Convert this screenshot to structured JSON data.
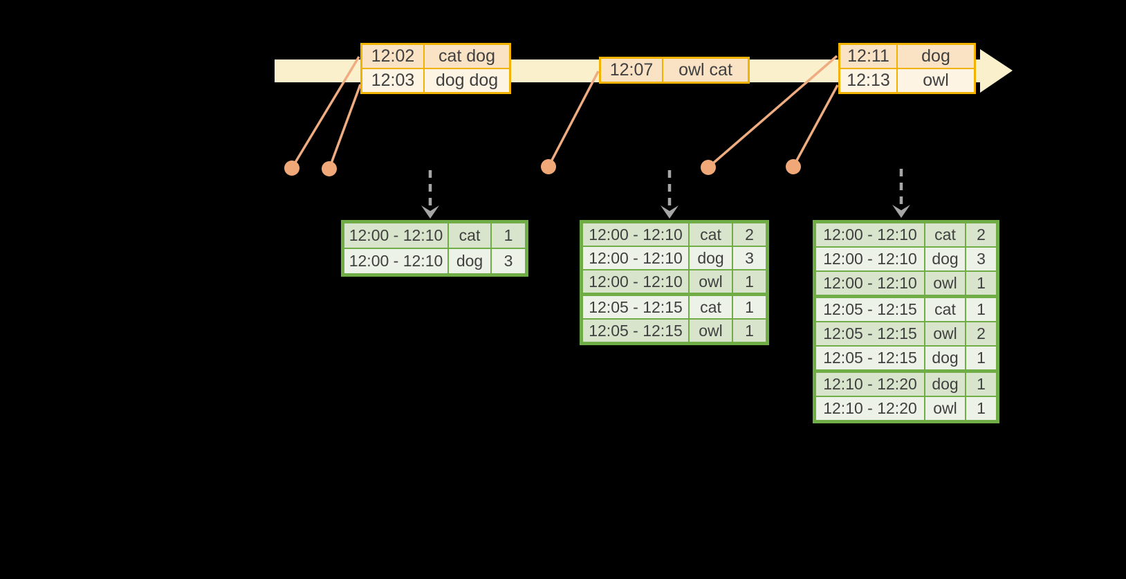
{
  "colors": {
    "background": "#000000",
    "timeline_band": "#FAF0CC",
    "event_border": "#F2B200",
    "event_row_dark": "#FAE2C4",
    "event_row_light": "#FDF4E3",
    "result_border": "#70AD47",
    "result_row_dark": "#D9E4CC",
    "result_row_light": "#ECF2E7",
    "connector_orange": "#EFAC80",
    "dot_orange": "#F0A878",
    "trigger_gray": "#A6A6A6",
    "text": "#404040"
  },
  "icons": {
    "timeline": "right-arrow-band",
    "trigger": "dashed-down-arrow",
    "event_marker": "orange-dot"
  },
  "event_tables": [
    {
      "rows": [
        {
          "time": "12:02",
          "words": "cat dog"
        },
        {
          "time": "12:03",
          "words": "dog dog"
        }
      ]
    },
    {
      "rows": [
        {
          "time": "12:07",
          "words": "owl cat"
        }
      ]
    },
    {
      "rows": [
        {
          "time": "12:11",
          "words": "dog"
        },
        {
          "time": "12:13",
          "words": "owl"
        }
      ]
    }
  ],
  "result_tables": [
    {
      "rows": [
        {
          "window": "12:00 - 12:10",
          "word": "cat",
          "count": "1"
        },
        {
          "window": "12:00 - 12:10",
          "word": "dog",
          "count": "3"
        }
      ]
    },
    {
      "rows": [
        {
          "window": "12:00 - 12:10",
          "word": "cat",
          "count": "2"
        },
        {
          "window": "12:00 - 12:10",
          "word": "dog",
          "count": "3"
        },
        {
          "window": "12:00 - 12:10",
          "word": "owl",
          "count": "1"
        },
        {
          "window": "12:05 - 12:15",
          "word": "cat",
          "count": "1"
        },
        {
          "window": "12:05 - 12:15",
          "word": "owl",
          "count": "1"
        }
      ]
    },
    {
      "rows": [
        {
          "window": "12:00 - 12:10",
          "word": "cat",
          "count": "2"
        },
        {
          "window": "12:00 - 12:10",
          "word": "dog",
          "count": "3"
        },
        {
          "window": "12:00 - 12:10",
          "word": "owl",
          "count": "1"
        },
        {
          "window": "12:05 - 12:15",
          "word": "cat",
          "count": "1"
        },
        {
          "window": "12:05 - 12:15",
          "word": "owl",
          "count": "2"
        },
        {
          "window": "12:05 - 12:15",
          "word": "dog",
          "count": "1"
        },
        {
          "window": "12:10 - 12:20",
          "word": "dog",
          "count": "1"
        },
        {
          "window": "12:10 - 12:20",
          "word": "owl",
          "count": "1"
        }
      ]
    }
  ]
}
